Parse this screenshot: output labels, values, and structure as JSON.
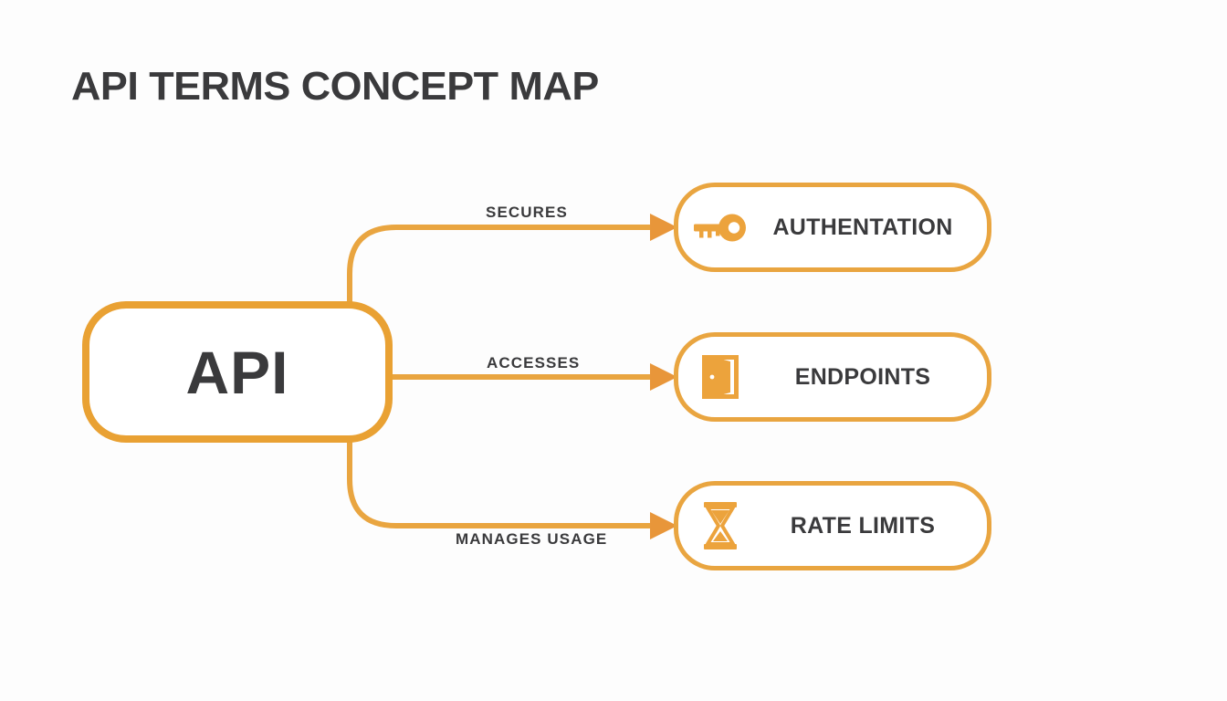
{
  "page": {
    "title": "API TERMS CONCEPT MAP",
    "background_color": "#fdfdfd",
    "accent_color": "#e9a540",
    "root_border_color": "#e9a133",
    "text_color": "#3a3a3c"
  },
  "diagram": {
    "type": "concept-map",
    "root": {
      "label": "API",
      "shape": "rounded-rectangle"
    },
    "nodes": [
      {
        "id": "authentication",
        "label": "AUTHENTATION",
        "icon": "key-icon",
        "edge_label": "SECURES",
        "edge_label_position": "above",
        "connector": "curve-up"
      },
      {
        "id": "endpoints",
        "label": "ENDPOINTS",
        "icon": "door-icon",
        "edge_label": "ACCESSES",
        "edge_label_position": "above",
        "connector": "straight"
      },
      {
        "id": "rate-limits",
        "label": "RATE LIMITS",
        "icon": "hourglass-icon",
        "edge_label": "MANAGES USAGE",
        "edge_label_position": "below",
        "connector": "curve-down"
      }
    ]
  }
}
